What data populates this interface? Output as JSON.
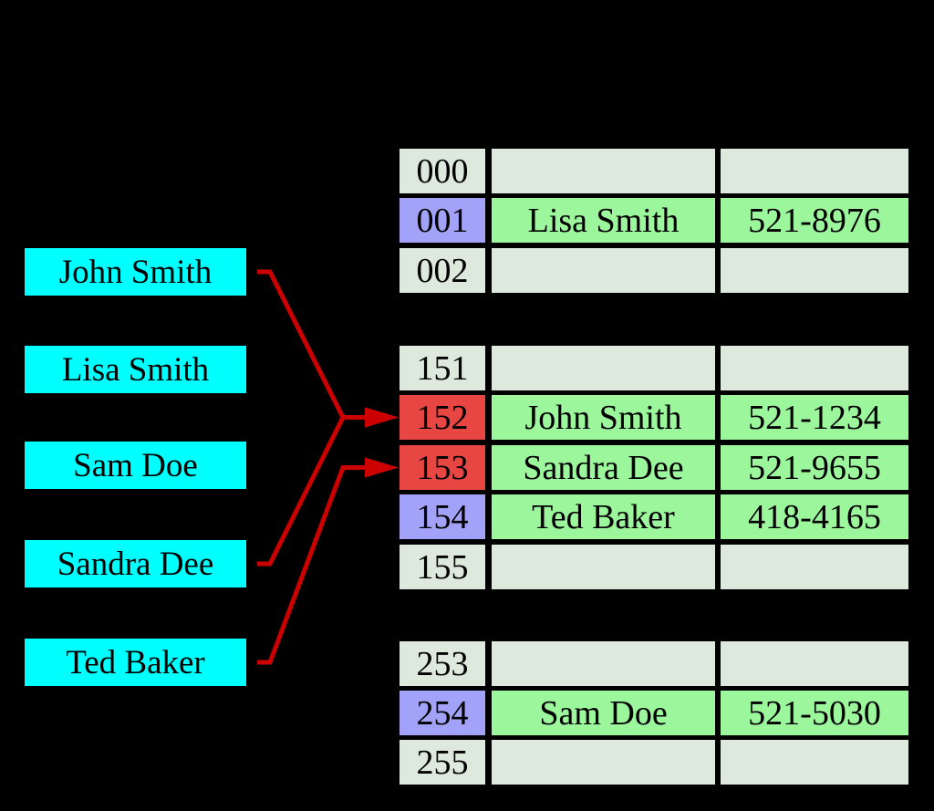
{
  "colors": {
    "background": "#000000",
    "key_box": "#00ffff",
    "bucket_empty": "#dce9dc",
    "bucket_assigned": "#a2a2f8",
    "bucket_collision": "#e84643",
    "entry_filled": "#9cf69c",
    "entry_empty": "#dce9dc",
    "arrow": "#cc0000",
    "text": "#000000"
  },
  "keys": [
    {
      "label": "John Smith"
    },
    {
      "label": "Lisa Smith"
    },
    {
      "label": "Sam Doe"
    },
    {
      "label": "Sandra Dee"
    },
    {
      "label": "Ted Baker"
    }
  ],
  "bucket_groups": [
    {
      "rows": [
        {
          "index": "000",
          "state": "empty",
          "name": "",
          "phone": ""
        },
        {
          "index": "001",
          "state": "assigned",
          "name": "Lisa Smith",
          "phone": "521-8976"
        },
        {
          "index": "002",
          "state": "empty",
          "name": "",
          "phone": ""
        }
      ]
    },
    {
      "rows": [
        {
          "index": "151",
          "state": "empty",
          "name": "",
          "phone": ""
        },
        {
          "index": "152",
          "state": "collision",
          "name": "John Smith",
          "phone": "521-1234"
        },
        {
          "index": "153",
          "state": "collision",
          "name": "Sandra Dee",
          "phone": "521-9655"
        },
        {
          "index": "154",
          "state": "assigned",
          "name": "Ted Baker",
          "phone": "418-4165"
        },
        {
          "index": "155",
          "state": "empty",
          "name": "",
          "phone": ""
        }
      ]
    },
    {
      "rows": [
        {
          "index": "253",
          "state": "empty",
          "name": "",
          "phone": ""
        },
        {
          "index": "254",
          "state": "assigned",
          "name": "Sam Doe",
          "phone": "521-5030"
        },
        {
          "index": "255",
          "state": "empty",
          "name": "",
          "phone": ""
        }
      ]
    }
  ],
  "arrows": [
    {
      "from_key": "John Smith",
      "to_bucket": "152"
    },
    {
      "from_key": "Sandra Dee",
      "to_bucket": "152"
    },
    {
      "from_key": "Ted Baker",
      "to_bucket": "153"
    }
  ]
}
